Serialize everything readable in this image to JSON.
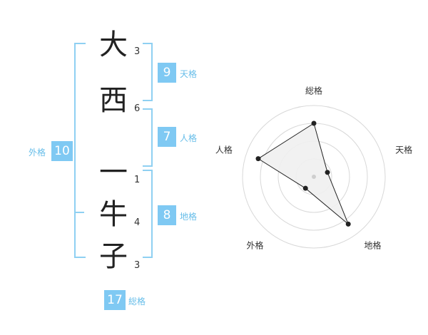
{
  "name": {
    "chars": [
      {
        "char": "大",
        "strokes": "3"
      },
      {
        "char": "西",
        "strokes": "6"
      },
      {
        "char": "一",
        "strokes": "1"
      },
      {
        "char": "牛",
        "strokes": "4"
      },
      {
        "char": "子",
        "strokes": "3"
      }
    ]
  },
  "kakusu": {
    "tenkaku": {
      "value": "9",
      "label": "天格"
    },
    "jinkaku": {
      "value": "7",
      "label": "人格"
    },
    "chikaku": {
      "value": "8",
      "label": "地格"
    },
    "gaikaku": {
      "value": "10",
      "label": "外格"
    },
    "soukaku": {
      "value": "17",
      "label": "総格"
    }
  },
  "colors": {
    "accent": "#7fc9f3",
    "bracket": "#8fd0f2",
    "label": "#66bde9"
  },
  "chart_data": {
    "type": "radar",
    "axes": [
      "総格",
      "天格",
      "地格",
      "外格",
      "人格"
    ],
    "values": [
      0.75,
      0.2,
      0.82,
      0.2,
      0.82
    ],
    "range": [
      0,
      1
    ],
    "rings": 4
  }
}
